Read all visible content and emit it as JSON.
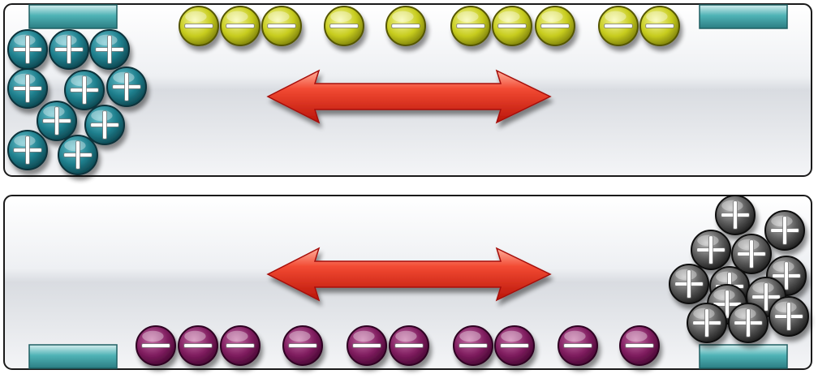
{
  "colors": {
    "channel_stroke": "#1a1a1a",
    "channel_light": "#ffffff",
    "channel_mid": "#eceef1",
    "channel_dark": "#d6d9de",
    "electrode": "#3fa9ad",
    "electrode_light": "#bfe4e4",
    "electrode_dark": "#2f7f84",
    "arrow": "#e8231a",
    "arrow_light": "#ff9a85",
    "arrow_dark": "#b11208",
    "teal_positive": "#1a7280",
    "gray_positive": "#555555",
    "yellow_negative": "#c6cb1c",
    "purple_negative": "#7d1a5c"
  },
  "panels": [
    {
      "name": "top-panel",
      "electrodes": [
        "top-left",
        "top-right"
      ],
      "arrow": "double-headed",
      "positive_charge_color": "teal",
      "negative_charge_color": "yellow",
      "positive_count": 10,
      "negative_count": 10,
      "positive_symbol": "+",
      "negative_symbol": "−"
    },
    {
      "name": "bottom-panel",
      "electrodes": [
        "bottom-left",
        "bottom-right"
      ],
      "arrow": "double-headed",
      "positive_charge_color": "gray",
      "negative_charge_color": "purple",
      "positive_count": 12,
      "negative_count": 10,
      "positive_symbol": "+",
      "negative_symbol": "−"
    }
  ]
}
